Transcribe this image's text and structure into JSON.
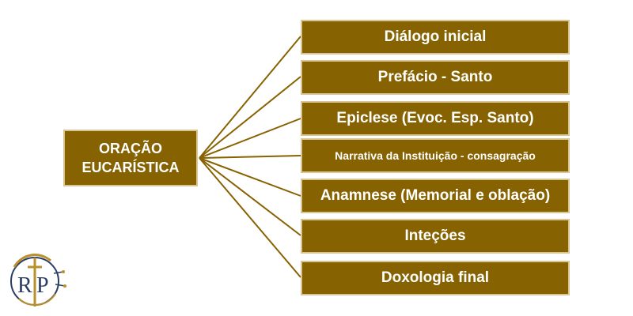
{
  "colors": {
    "box_fill": "#876200",
    "box_border": "#d8c592",
    "line": "#876200",
    "text": "#ffffff"
  },
  "root": {
    "label": "ORAÇÃO EUCARÍSTICA"
  },
  "branches": [
    "Diálogo inicial",
    "Prefácio - Santo",
    "Epiclese (Evoc. Esp. Santo)",
    "Narrativa da Instituição - consagração",
    "Anamnese (Memorial e oblação)",
    "Inteções",
    "Doxologia final"
  ],
  "logo": {
    "icon": "rp-monogram-cross-logo",
    "text": "RP"
  }
}
